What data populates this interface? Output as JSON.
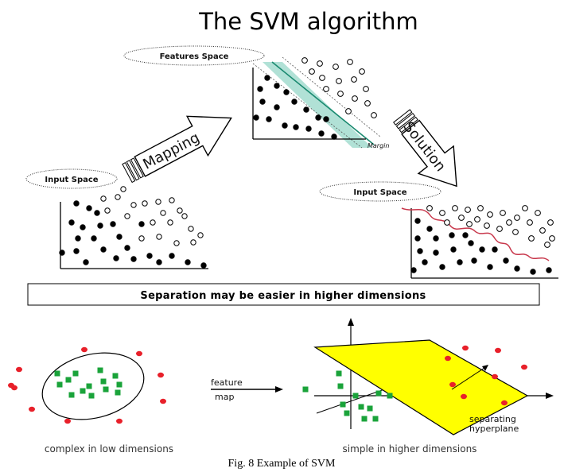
{
  "title": "The SVM algorithm",
  "top_panel": {
    "input_space_label": "Input Space",
    "features_space_label": "Features Space",
    "output_space_label": "Input Space",
    "mapping_label": "Mapping",
    "solution_label": "Solution",
    "margin_label": "Margin",
    "banner": "Separation may be easier in higher dimensions"
  },
  "bottom_panel": {
    "feature_map_line1": "feature",
    "feature_map_line2": "map",
    "hyperplane_line1": "separating",
    "hyperplane_line2": "hyperplane",
    "left_caption": "complex in low dimensions",
    "right_caption": "simple in higher dimensions"
  },
  "figure_caption": "Fig. 8 Example of SVM",
  "colors": {
    "red_point": "#e8202a",
    "green_point": "#1aa33a",
    "hyperplane": "#ffff00",
    "margin_band": "#1fa88a",
    "boundary_curve": "#c8384c"
  },
  "icons": [
    "filled-dot-icon",
    "hollow-circle-icon",
    "block-arrow-icon",
    "axis-arrow-icon"
  ]
}
